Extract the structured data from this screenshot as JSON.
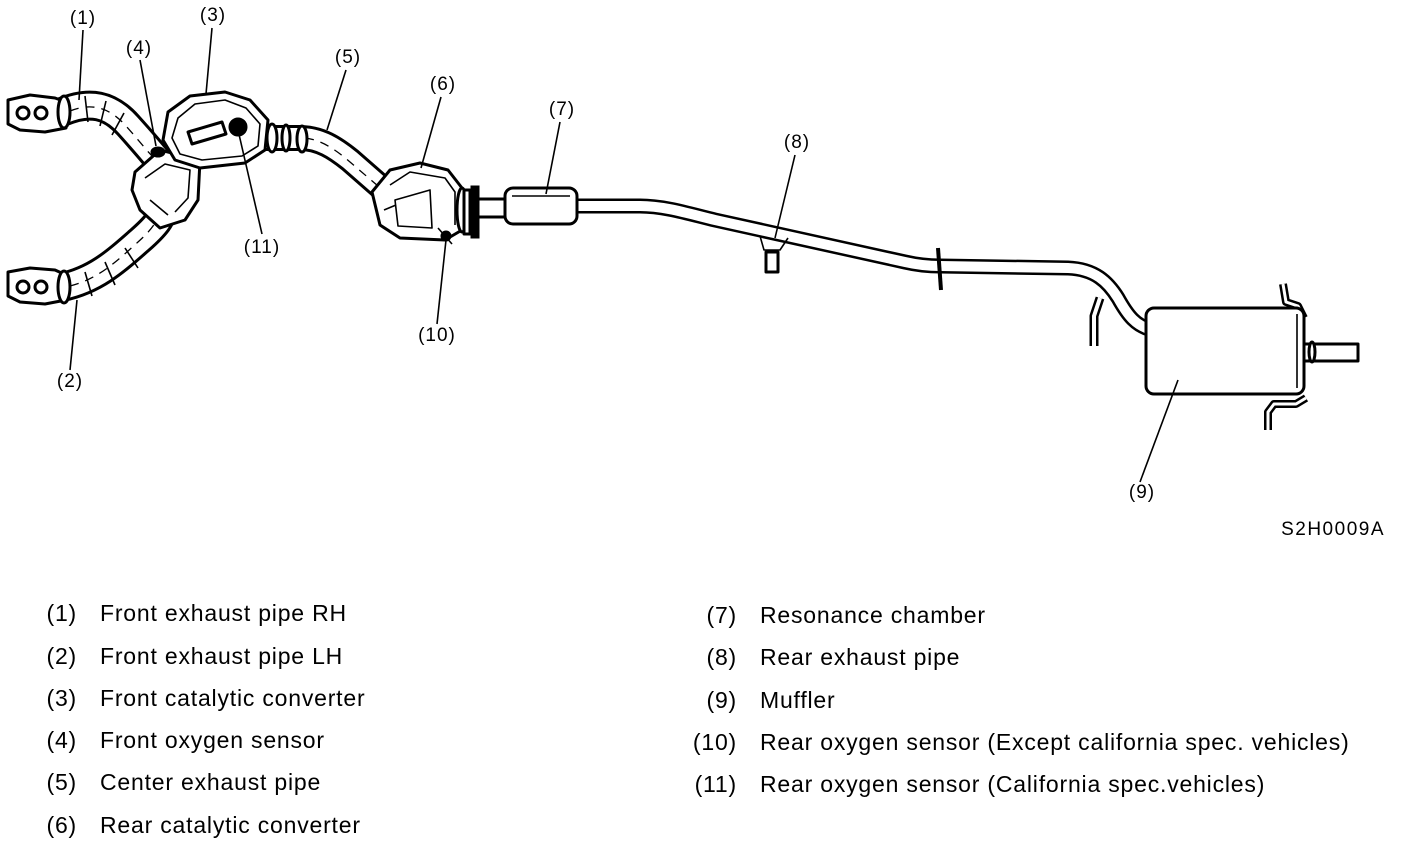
{
  "figure_code": "S2H0009A",
  "callouts": [
    "(1)",
    "(2)",
    "(3)",
    "(4)",
    "(5)",
    "(6)",
    "(7)",
    "(8)",
    "(9)",
    "(10)",
    "(11)"
  ],
  "legend": {
    "left": [
      {
        "num": "(1)",
        "label": "Front exhaust pipe RH"
      },
      {
        "num": "(2)",
        "label": "Front exhaust pipe LH"
      },
      {
        "num": "(3)",
        "label": "Front catalytic converter"
      },
      {
        "num": "(4)",
        "label": "Front oxygen sensor"
      },
      {
        "num": "(5)",
        "label": "Center exhaust pipe"
      },
      {
        "num": "(6)",
        "label": "Rear catalytic converter"
      }
    ],
    "right": [
      {
        "num": "(7)",
        "label": "Resonance chamber"
      },
      {
        "num": "(8)",
        "label": "Rear exhaust pipe"
      },
      {
        "num": "(9)",
        "label": "Muffler"
      },
      {
        "num": "(10)",
        "label": "Rear oxygen sensor (Except california spec. vehicles)"
      },
      {
        "num": "(11)",
        "label": "Rear oxygen sensor (California spec.vehicles)"
      }
    ]
  }
}
